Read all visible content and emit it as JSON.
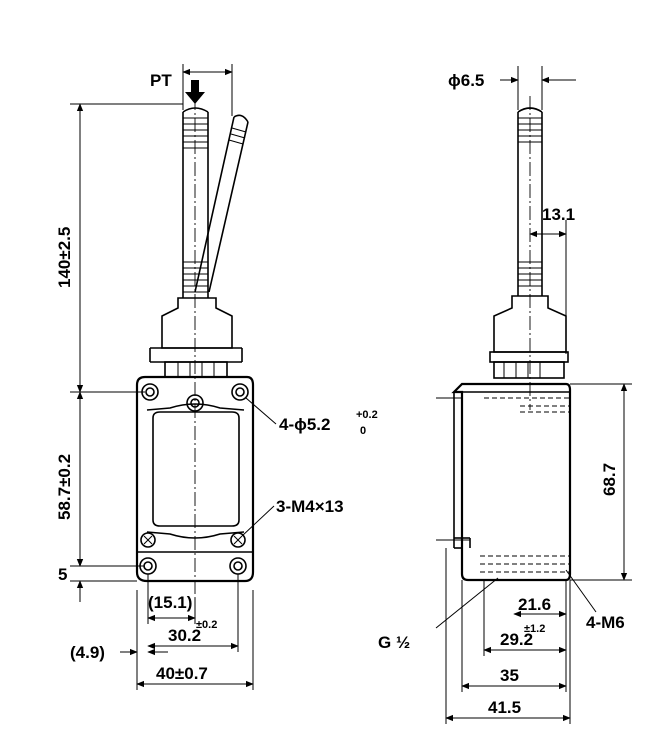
{
  "front_view": {
    "pt_label": "PT",
    "height_total": "140±2.5",
    "height_body": "58.7±0.2",
    "offset_bottom": "5",
    "mount_holes": "4-ϕ5.2",
    "mount_holes_tol_upper": "+0.2",
    "mount_holes_tol_lower": "0",
    "screws": "3-M4×13",
    "dim_15_1": "(15.1)",
    "dim_30_2": "30.2",
    "dim_30_2_tol": "±0.2",
    "dim_4_9": "(4.9)",
    "width": "40±0.7"
  },
  "side_view": {
    "rod_diameter": "ϕ6.5",
    "dim_13_1": "13.1",
    "dim_68_7": "68.7",
    "thread_label": "G",
    "thread_fraction": "½",
    "conduit": "4-M6",
    "dim_21_6": "21.6",
    "dim_29_2": "29.2",
    "dim_29_2_tol": "±1.2",
    "dim_35": "35",
    "dim_41_5": "41.5"
  }
}
